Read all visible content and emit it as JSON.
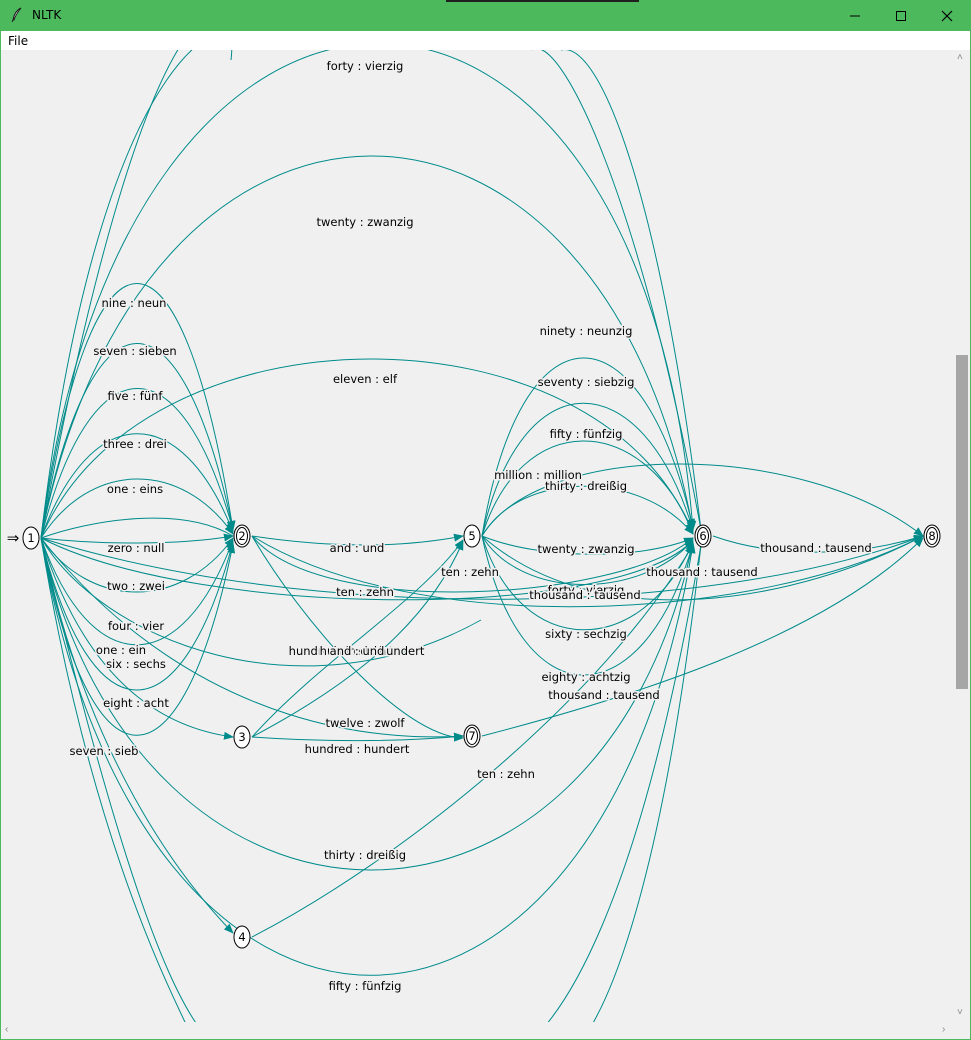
{
  "window": {
    "title": "NLTK",
    "menu": [
      "File"
    ]
  },
  "colors": {
    "titlebar": "#4db95d",
    "edge": "#008b8b",
    "canvas": "#f0f0f0"
  },
  "icons": {
    "app": "feather-icon",
    "minimize": "minimize-icon",
    "maximize": "maximize-icon",
    "close": "close-icon",
    "start": "double-arrow-icon"
  },
  "start_marker": "⇒",
  "nodes": [
    {
      "id": "1",
      "label": "1",
      "final": false
    },
    {
      "id": "2",
      "label": "2",
      "final": true
    },
    {
      "id": "3",
      "label": "3",
      "final": false
    },
    {
      "id": "4",
      "label": "4",
      "final": false
    },
    {
      "id": "5",
      "label": "5",
      "final": false
    },
    {
      "id": "6",
      "label": "6",
      "final": true
    },
    {
      "id": "7",
      "label": "7",
      "final": true
    },
    {
      "id": "8",
      "label": "8",
      "final": true
    }
  ],
  "edges": [
    {
      "from": "1",
      "to": "6",
      "label": "forty : vierzig"
    },
    {
      "from": "1",
      "to": "6",
      "label": "twenty : zwanzig"
    },
    {
      "from": "1",
      "to": "2",
      "label": "nine : neun"
    },
    {
      "from": "1",
      "to": "2",
      "label": "seven : sieben"
    },
    {
      "from": "1",
      "to": "2",
      "label": "five : fünf"
    },
    {
      "from": "1",
      "to": "2",
      "label": "three : drei"
    },
    {
      "from": "1",
      "to": "2",
      "label": "one : eins"
    },
    {
      "from": "1",
      "to": "2",
      "label": "zero : null"
    },
    {
      "from": "1",
      "to": "2",
      "label": "two : zwei"
    },
    {
      "from": "1",
      "to": "2",
      "label": "four : vier"
    },
    {
      "from": "1",
      "to": "3",
      "label": "one : ein"
    },
    {
      "from": "1",
      "to": "2",
      "label": "six : sechs"
    },
    {
      "from": "1",
      "to": "2",
      "label": "eight : acht"
    },
    {
      "from": "1",
      "to": "4",
      "label": "seven : sieb"
    },
    {
      "from": "1",
      "to": "6",
      "label": "eleven : elf"
    },
    {
      "from": "1",
      "to": "6",
      "label": "ten : zehn"
    },
    {
      "from": "1",
      "to": "6",
      "label": "thirty : dreißig"
    },
    {
      "from": "1",
      "to": "6",
      "label": "fifty : fünfzig"
    },
    {
      "from": "1",
      "to": "7",
      "label": "twelve : zwolf"
    },
    {
      "from": "2",
      "to": "5",
      "label": "and : und"
    },
    {
      "from": "2",
      "to": "7",
      "label": "hundred : hundert"
    },
    {
      "from": "2",
      "to": "8",
      "label": "thousand : tausend"
    },
    {
      "from": "3",
      "to": "5",
      "label": "hundred : hundert"
    },
    {
      "from": "3",
      "to": "7",
      "label": "hundred : hundert"
    },
    {
      "from": "3",
      "to": "5",
      "label": "and : und"
    },
    {
      "from": "4",
      "to": "6",
      "label": "ten : zehn"
    },
    {
      "from": "5",
      "to": "6",
      "label": "ninety : neunzig"
    },
    {
      "from": "5",
      "to": "6",
      "label": "seventy : siebzig"
    },
    {
      "from": "5",
      "to": "6",
      "label": "fifty : fünfzig"
    },
    {
      "from": "5",
      "to": "8",
      "label": "million : million"
    },
    {
      "from": "5",
      "to": "6",
      "label": "thirty : dreißig"
    },
    {
      "from": "5",
      "to": "6",
      "label": "twenty : zwanzig"
    },
    {
      "from": "5",
      "to": "6",
      "label": "forty : vierzig"
    },
    {
      "from": "5",
      "to": "8",
      "label": "thousand : tausend"
    },
    {
      "from": "5",
      "to": "6",
      "label": "sixty : sechzig"
    },
    {
      "from": "5",
      "to": "6",
      "label": "eighty : achtzig"
    },
    {
      "from": "6",
      "to": "8",
      "label": "thousand : tausend"
    },
    {
      "from": "2",
      "to": "6",
      "label": "ten : zehn"
    },
    {
      "from": "1",
      "to": "8",
      "label": "thousand : tausend"
    },
    {
      "from": "7",
      "to": "8",
      "label": "thousand : tausend"
    }
  ]
}
